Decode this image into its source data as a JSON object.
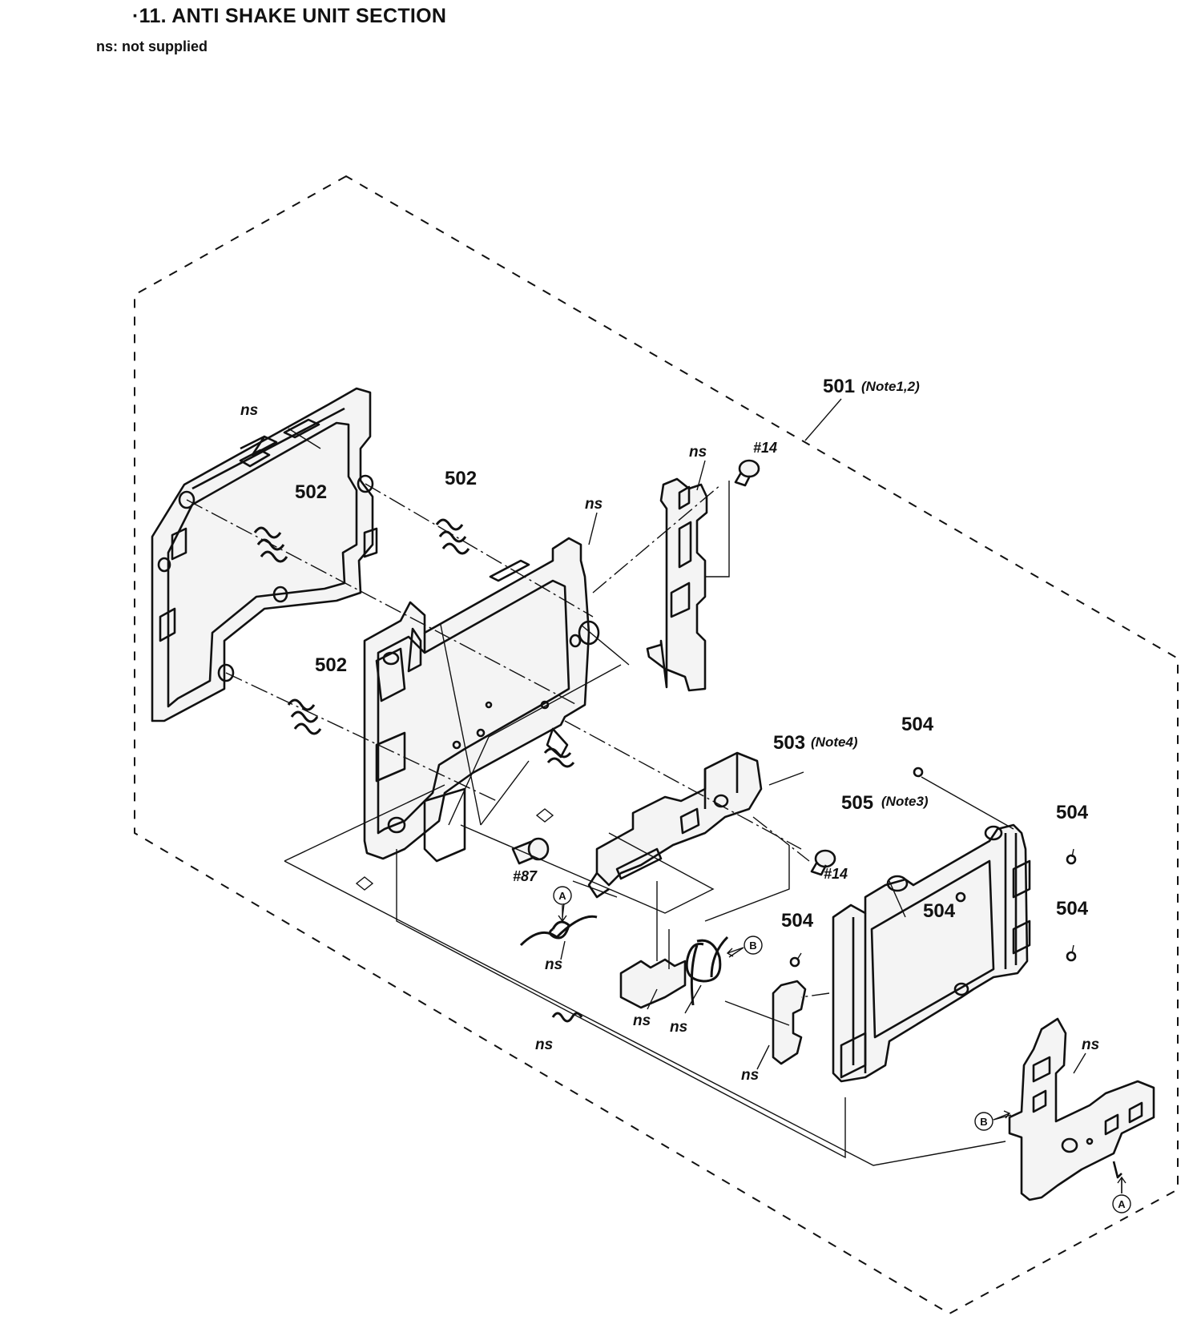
{
  "header": {
    "title": "·11. ANTI SHAKE UNIT SECTION",
    "legend": "ns: not supplied"
  },
  "callouts": {
    "part_501": "501",
    "note_501": "(Note1,2)",
    "part_502": "502",
    "part_503": "503",
    "note_503": "(Note4)",
    "part_504": "504",
    "part_505": "505",
    "note_505": "(Note3)",
    "screw_14": "#14",
    "screw_87": "#87",
    "not_supplied": "ns",
    "ref_a": "A",
    "ref_b": "B"
  }
}
